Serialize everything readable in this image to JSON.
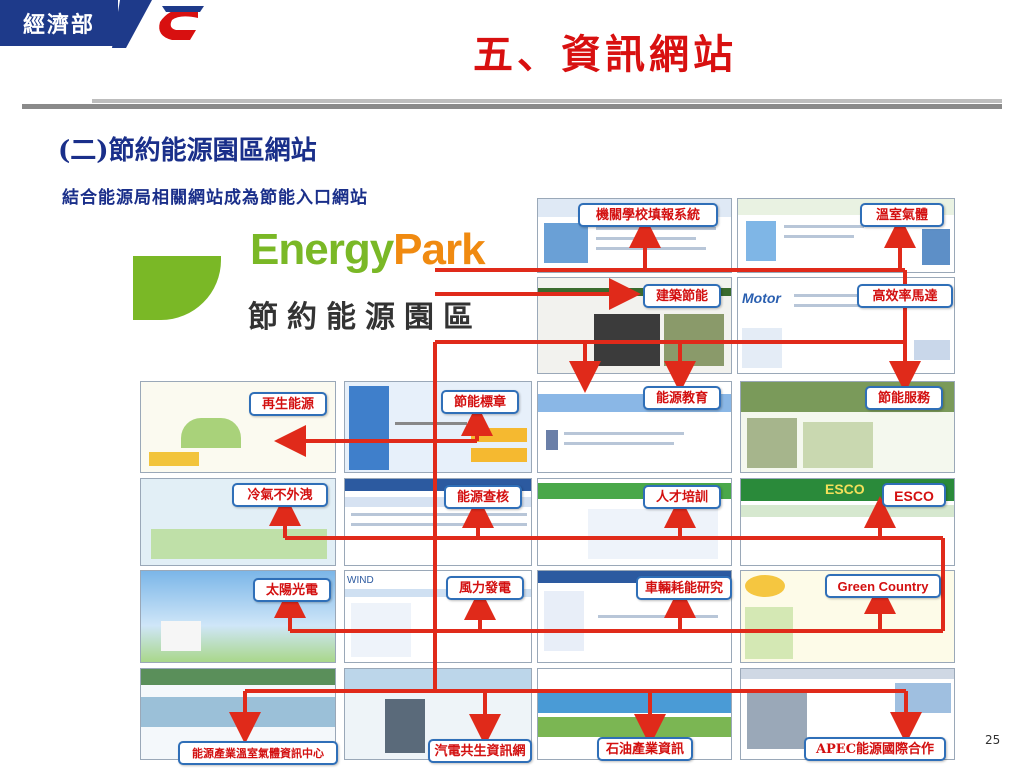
{
  "header": {
    "org": "經濟部",
    "title": "五、資訊網站",
    "subtitle": "(二)節約能源園區網站",
    "description": "結合能源局相關網站成為節能入口網站"
  },
  "logo": {
    "name_part1": "Energy",
    "name_part2": "Park",
    "chinese": "節約能源園區"
  },
  "labels": {
    "l01": "機關學校填報系統",
    "l02": "溫室氣體",
    "l03": "建築節能",
    "l04": "高效率馬達",
    "l05": "再生能源",
    "l06": "節能標章",
    "l07": "能源教育",
    "l08": "節能服務",
    "l09": "冷氣不外洩",
    "l10": "能源查核",
    "l11": "人才培訓",
    "l12": "ESCO",
    "l13": "太陽光電",
    "l14": "風力發電",
    "l15": "車輛耗能研究",
    "l16": "Green Country",
    "l17": "能源產業溫室氣體資訊中心",
    "l18": "汽電共生資訊網",
    "l19": "石油產業資訊",
    "l20": "APEC能源國際合作"
  },
  "thumb_text": {
    "motor": "Motor",
    "esco": "ESCO",
    "wind": "WIND"
  },
  "colors": {
    "title_red": "#d81010",
    "navy": "#1a2f8a",
    "arrow_red": "#e02a1a",
    "label_border": "#2f6fb8",
    "energy_green": "#7ab826",
    "park_orange": "#f08a10"
  },
  "page_number": "25"
}
